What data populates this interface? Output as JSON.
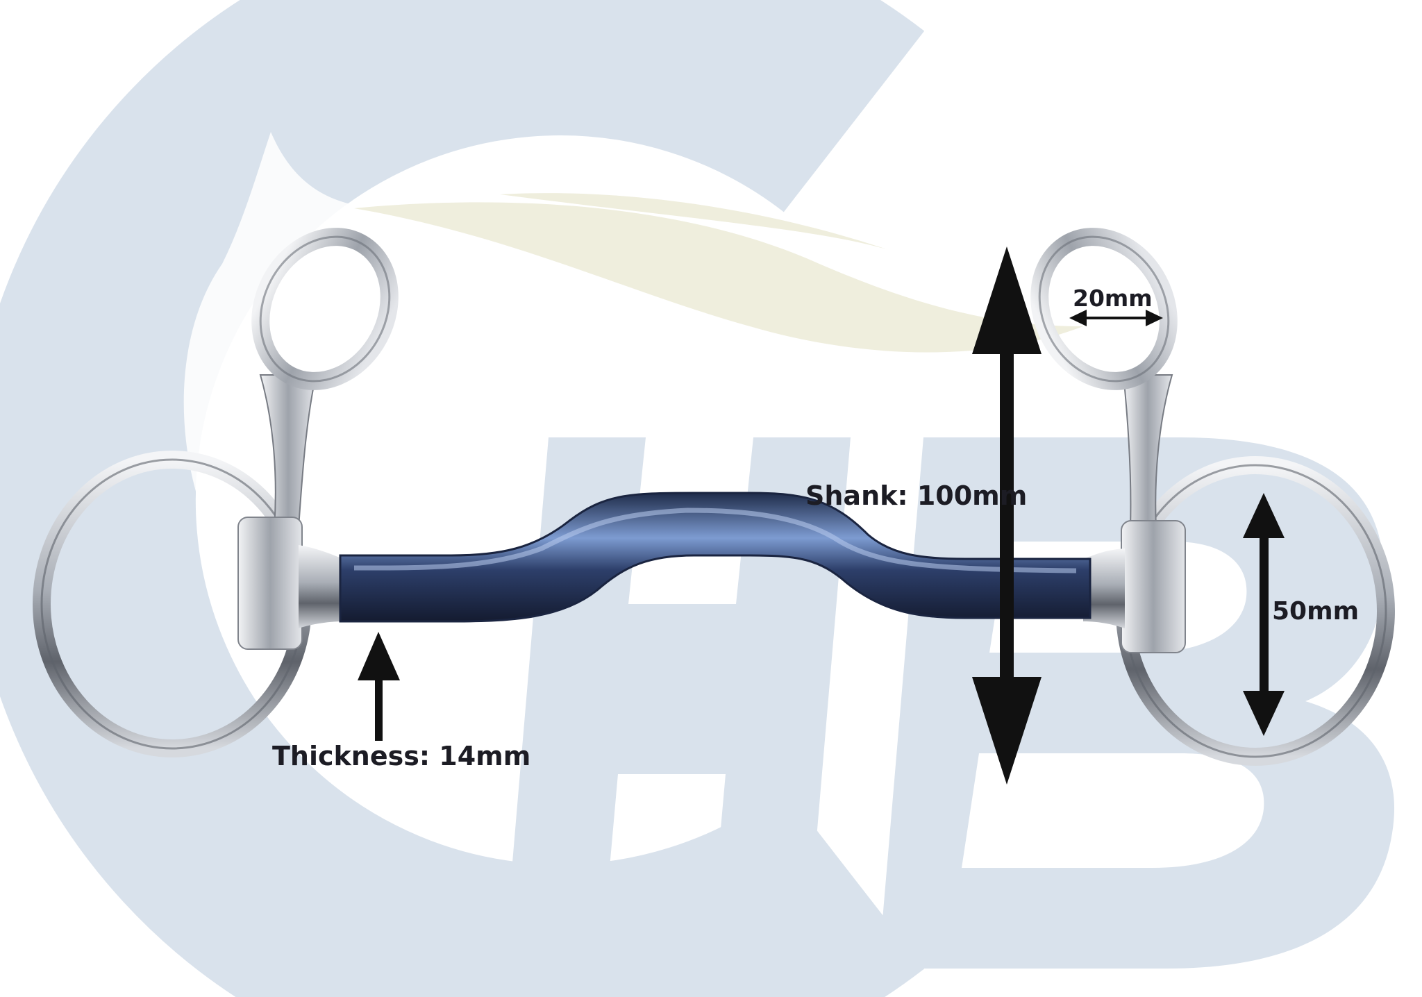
{
  "colors": {
    "background": "#ffffff",
    "watermark_blue": "#d9e2ec",
    "watermark_cream": "#efeedd",
    "steel": "#c9cdd3",
    "mouthpiece_blue": "#3e5a8e",
    "arrow": "#111111",
    "label_text": "#1c1c24"
  },
  "watermark": {
    "text": "HB",
    "icon": "horse-head-logo-icon"
  },
  "measurements": {
    "thickness": "Thickness: 14mm",
    "shank": "Shank: 100mm",
    "eye_width": "20mm",
    "ring_height": "50mm"
  }
}
